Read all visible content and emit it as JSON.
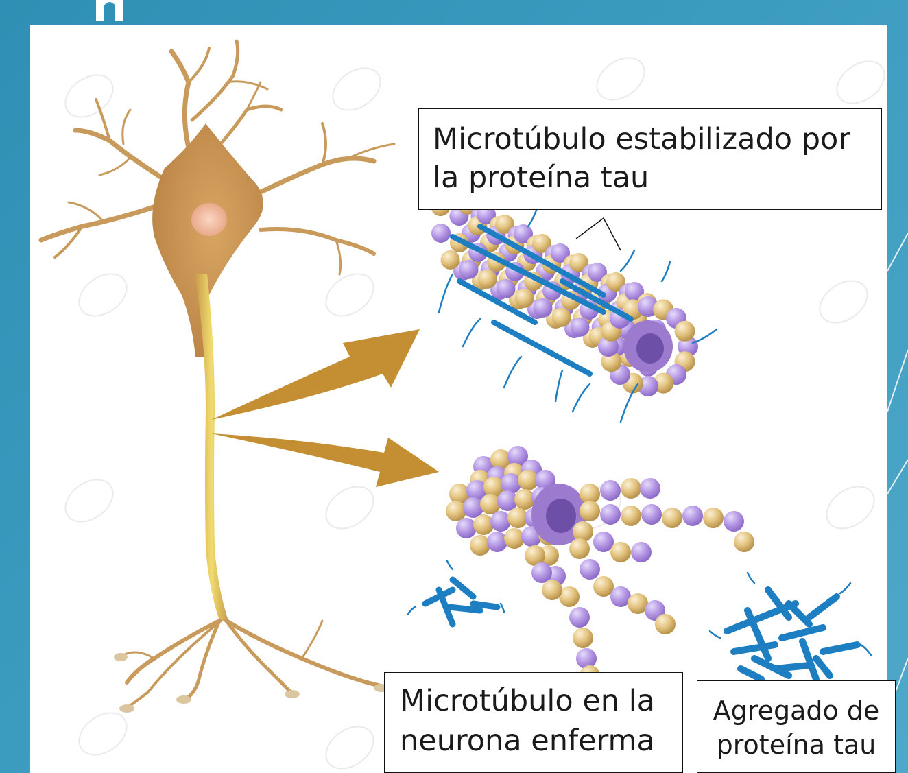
{
  "labels": {
    "stable_microtubule": {
      "line1": "Microtúbulo estabilizado por",
      "line2": "la proteína tau"
    },
    "diseased_microtubule": {
      "line1": "Microtúbulo en la",
      "line2": "neurona enferma"
    },
    "tau_aggregate": {
      "line1": "Agregado de",
      "line2": "proteína tau"
    }
  },
  "colors": {
    "slide_background": "#3a9ac0",
    "neuron": "#c89a5c",
    "neuron_dark": "#b7823e",
    "nucleus": "#f4c2a8",
    "axon": "#e9d36a",
    "arrow": "#c48f33",
    "tubulin_alpha": "#b99be6",
    "tubulin_beta": "#e4c585",
    "tau_protein": "#1d7fc2"
  },
  "icons": {
    "neuron": "neuron-illustration",
    "arrows": "arrow-right-icon",
    "stable_microtubule": "microtubule-illustration",
    "broken_microtubule": "disintegrating-microtubule-illustration",
    "aggregate": "tau-tangle-illustration"
  }
}
